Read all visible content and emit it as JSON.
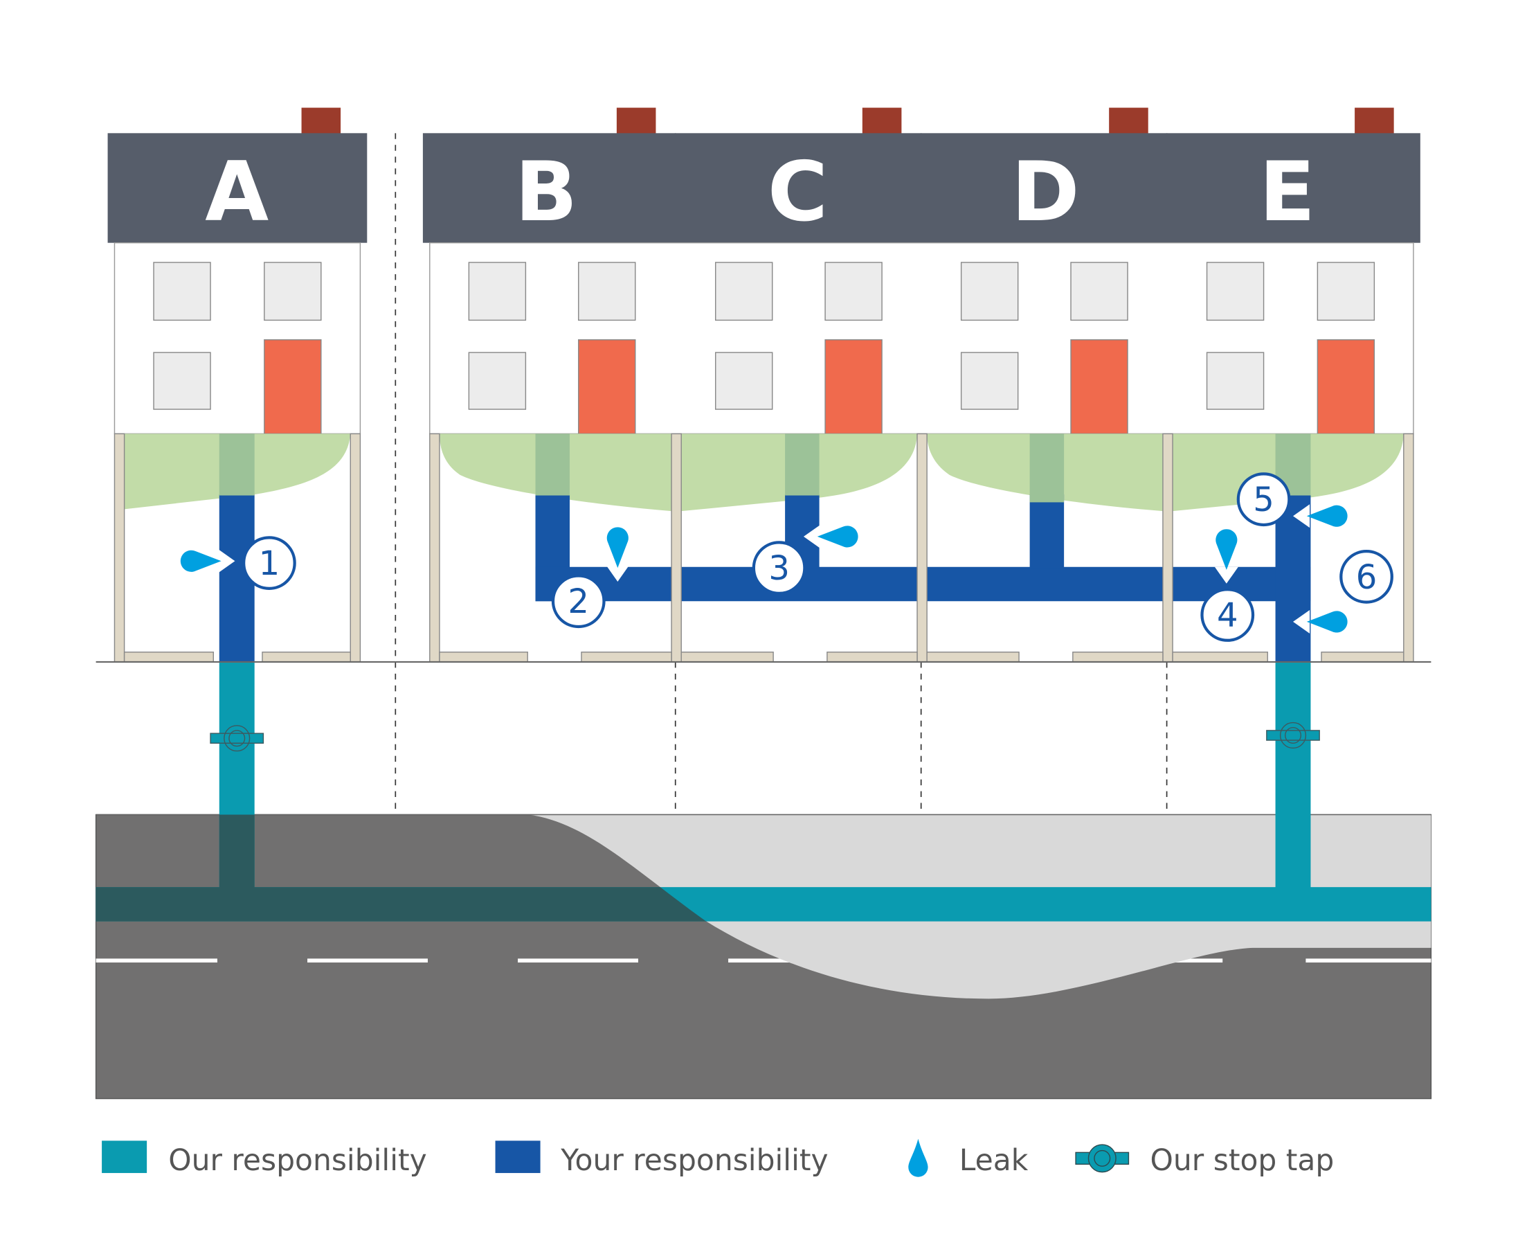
{
  "houses": [
    {
      "letter": "A"
    },
    {
      "letter": "B"
    },
    {
      "letter": "C"
    },
    {
      "letter": "D"
    },
    {
      "letter": "E"
    }
  ],
  "markers": [
    "1",
    "2",
    "3",
    "4",
    "5",
    "6"
  ],
  "legend": {
    "our_responsibility": "Our responsibility",
    "your_responsibility": "Your responsibility",
    "leak": "Leak",
    "our_stop_tap": "Our stop tap"
  },
  "colors": {
    "our_responsibility": "#0a9bb0",
    "your_responsibility": "#1756a6",
    "leak": "#00a0e0",
    "roof": "#565d6a",
    "chimney": "#9b3b2b",
    "door": "#f06a4d",
    "lawn": "#c2dca8",
    "road": "#717070",
    "pavement": "#d9d9d9"
  }
}
